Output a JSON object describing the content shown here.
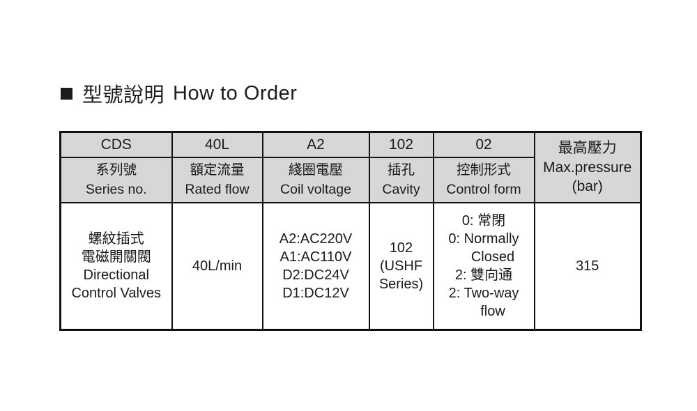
{
  "title": {
    "zh": "型號說明",
    "en": "How to Order"
  },
  "colors": {
    "header_bg": "#d7d7d7",
    "border": "#111111",
    "page_bg": "#ffffff"
  },
  "table": {
    "header_codes": [
      "CDS",
      "40L",
      "A2",
      "102",
      "02"
    ],
    "header_labels": [
      {
        "zh": "系列號",
        "en": "Series no."
      },
      {
        "zh": "額定流量",
        "en": "Rated flow"
      },
      {
        "zh": "綫圈電壓",
        "en": "Coil voltage"
      },
      {
        "zh": "插孔",
        "en": "Cavity"
      },
      {
        "zh": "控制形式",
        "en": "Control form"
      }
    ],
    "pressure_header": {
      "zh": "最高壓力",
      "en": "Max.pressure",
      "unit": "(bar)"
    },
    "body": {
      "series_lines": [
        "螺紋插式",
        "電磁開關閥",
        "Directional",
        "Control Valves"
      ],
      "rated_flow": "40L/min",
      "coil_voltage_lines": [
        "A2:AC220V",
        "A1:AC110V",
        "D2:DC24V",
        "D1:DC12V"
      ],
      "cavity_lines": [
        "102",
        "(USHF",
        "Series)"
      ],
      "control_form_lines": [
        "0: 常閉",
        "0: Normally",
        "Closed",
        "2: 雙向通",
        "2: Two-way",
        "flow"
      ],
      "max_pressure": "315"
    }
  }
}
